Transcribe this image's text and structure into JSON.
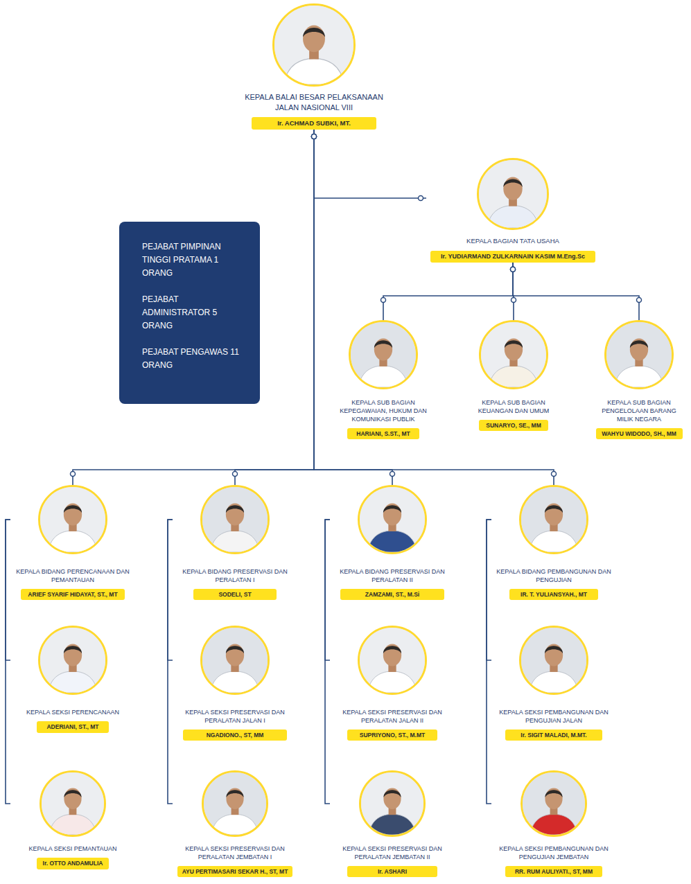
{
  "diagram": {
    "nodes": [
      {
        "text": [
          "KEPALA BALAI BESAR PELAKSANAAN JALAN NASIONAL VIII",
          "Ir. ACHMAD SUBKI, MT."
        ]
      },
      {
        "text": [
          "PEJABAT PIMPINAN TINGGI PRATAMA 1 ORANG",
          "PEJABAT ADMINISTRATOR 5 ORANG",
          "PEJABAT PENGAWAS 11 ORANG"
        ]
      },
      {
        "text": [
          "KEPALA BAGIAN TATA USAHA",
          "Ir. YUDIARMAND ZULKARNAIN KASIM M.Eng.Sc"
        ]
      },
      {
        "text": [
          "KEPALA SUB BAGIAN KEPEGAWAIAN, HUKUM DAN KOMUNIKASI PUBLIK",
          "HARIANI, S.ST., MT"
        ]
      },
      {
        "text": [
          "KEPALA SUB BAGIAN KEUANGAN DAN UMUM",
          "SUNARYO, SE., MM"
        ]
      },
      {
        "text": [
          "KEPALA SUB BAGIAN PENGELOLAAN BARANG MILIK NEGARA",
          "WAHYU WIDODO, SH., MM"
        ]
      },
      {
        "text": [
          "KEPALA BIDANG PERENCANAAN DAN PEMANTAUAN",
          "ARIEF SYARIF HIDAYAT, ST., MT"
        ]
      },
      {
        "text": [
          "KEPALA BIDANG PRESERVASI DAN PERALATAN I",
          "SODELI, ST"
        ]
      },
      {
        "text": [
          "KEPALA BIDANG PRESERVASI DAN PERALATAN II",
          "ZAMZAMI, ST., M.Si"
        ]
      },
      {
        "text": [
          "KEPALA BIDANG PEMBANGUNAN DAN PENGUJIAN",
          "IR. T. YULIANSYAH., MT"
        ]
      },
      {
        "text": [
          "KEPALA SEKSI PERENCANAAN",
          "ADERIANI, ST., MT"
        ]
      },
      {
        "text": [
          "KEPALA SEKSI PRESERVASI DAN PERALATAN JALAN I",
          "NGADIONO., ST, MM"
        ]
      },
      {
        "text": [
          "KEPALA SEKSI PRESERVASI DAN PERALATAN JALAN II",
          "SUPRIYONO, ST., M.MT"
        ]
      },
      {
        "text": [
          "KEPALA SEKSI PEMBANGUNAN DAN PENGUJIAN JALAN",
          "Ir. SIGIT MALADI, M.MT."
        ]
      },
      {
        "text": [
          "KEPALA SEKSI PEMANTAUAN",
          "Ir. OTTO ANDAMULIA"
        ]
      },
      {
        "text": [
          "KEPALA SEKSI PRESERVASI DAN PERALATAN JEMBATAN I",
          "AYU PERTIMASARI SEKAR H., ST, MT"
        ]
      },
      {
        "text": [
          "KEPALA SEKSI PRESERVASI DAN PERALATAN JEMBATAN II",
          "Ir. ASHARI"
        ]
      },
      {
        "text": [
          "KEPALA SEKSI PEMBANGUNAN DAN PENGUJIAN JEMBATAN",
          "RR. RUM AULIYATI., ST, MM"
        ]
      }
    ],
    "edges": [
      {
        "from": 0,
        "to": 2,
        "arrow": "none"
      },
      {
        "from": 2,
        "to": 3,
        "arrow": "none"
      },
      {
        "from": 2,
        "to": 4,
        "arrow": "none"
      },
      {
        "from": 2,
        "to": 5,
        "arrow": "none"
      },
      {
        "from": 0,
        "to": 6,
        "arrow": "none"
      },
      {
        "from": 0,
        "to": 7,
        "arrow": "none"
      },
      {
        "from": 0,
        "to": 8,
        "arrow": "none"
      },
      {
        "from": 0,
        "to": 9,
        "arrow": "none"
      },
      {
        "from": 6,
        "to": 10,
        "arrow": "none"
      },
      {
        "from": 6,
        "to": 14,
        "arrow": "none"
      },
      {
        "from": 7,
        "to": 11,
        "arrow": "none"
      },
      {
        "from": 7,
        "to": 15,
        "arrow": "none"
      },
      {
        "from": 8,
        "to": 12,
        "arrow": "none"
      },
      {
        "from": 8,
        "to": 16,
        "arrow": "none"
      },
      {
        "from": 9,
        "to": 13,
        "arrow": "none"
      },
      {
        "from": 9,
        "to": 17,
        "arrow": "none"
      }
    ]
  }
}
